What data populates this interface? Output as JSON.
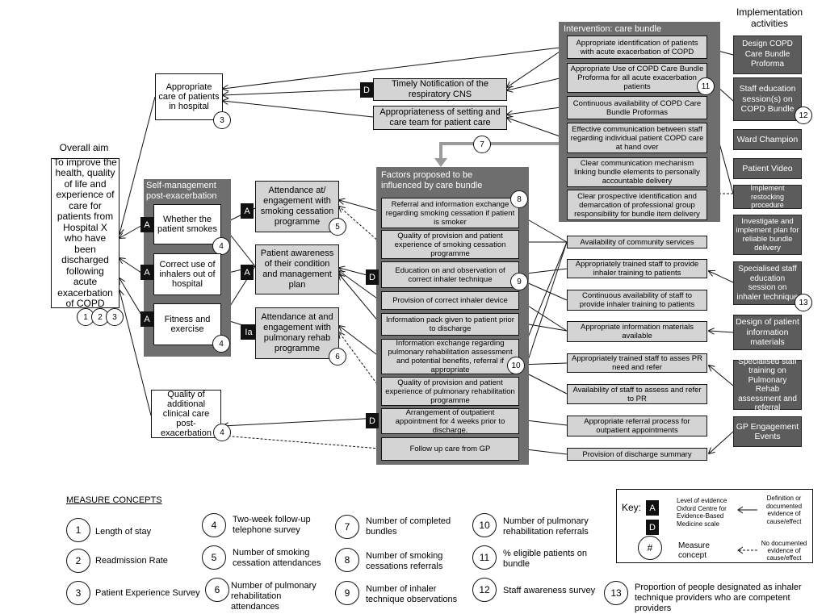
{
  "overall_aim": {
    "title": "Overall aim",
    "text": "To improve the health, quality of life and experience of care for patients from Hospital X who have been discharged following acute exacerbation of COPD",
    "measures": [
      "1",
      "2",
      "3"
    ]
  },
  "self_management": {
    "title": "Self-management post-exacerbation",
    "items": [
      {
        "level": "A",
        "text": "Whether the patient smokes",
        "measure": "4"
      },
      {
        "level": "A",
        "text": "Correct use of inhalers out of hospital",
        "measure": ""
      },
      {
        "level": "A",
        "text": "Fitness and exercise",
        "measure": "4"
      }
    ]
  },
  "appropriate_care": {
    "text": "Appropriate care of patients in hospital",
    "measure": "3"
  },
  "quality_care": {
    "text": "Quality of additional clinical care post-exacerbation",
    "measure": "4"
  },
  "behaviours": [
    {
      "level": "A",
      "text": "Attendance at/ engagement with smoking cessation programme",
      "measure": "5"
    },
    {
      "level": "A",
      "text": "Patient awareness of their condition and management plan",
      "measure": ""
    },
    {
      "level": "Ia",
      "text": "Attendance at and engagement with pulmonary rehab programme",
      "measure": "6"
    }
  ],
  "care_delivery": [
    {
      "level": "D",
      "text": "Timely Notification of the respiratory CNS"
    },
    {
      "level": "",
      "text": "Appropriateness of setting and care team for patient care"
    }
  ],
  "intervention": {
    "title": "Intervention: care bundle",
    "measure": "11",
    "items": [
      "Appropriate identification of patients with acute exacerbation of COPD",
      "Appropriate Use of COPD Care Bundle Proforma for all acute exacerbation patients",
      "Continuous availability of COPD Care Bundle Proformas",
      "Effective communication between staff regarding individual patient COPD care at hand over",
      "Clear communication mechanism linking bundle elements to personally accountable delivery",
      "Clear prospective identification and demarcation of professional group responsibility for bundle item delivery"
    ]
  },
  "arrow_measure": "7",
  "factors": {
    "title": "Factors proposed to be influenced by care bundle",
    "items": [
      {
        "level": "",
        "measure": "8",
        "text": "Referral and information exchange regarding smoking cessation if patient is smoker"
      },
      {
        "level": "",
        "measure": "",
        "text": "Quality of provision and patient experience of smoking cessation programme"
      },
      {
        "level": "D",
        "measure": "9",
        "text": "Education on and observation of correct inhaler technique"
      },
      {
        "level": "",
        "measure": "",
        "text": "Provision of correct inhaler device"
      },
      {
        "level": "",
        "measure": "",
        "text": "Information pack given to patient prior to discharge"
      },
      {
        "level": "",
        "measure": "10",
        "text": "Information exchange regarding pulmonary rehabilitation assessment and potential benefits, referral if appropriate"
      },
      {
        "level": "",
        "measure": "",
        "text": "Quality of provision and patient experience of pulmonary rehabilitation programme"
      },
      {
        "level": "D",
        "measure": "",
        "text": "Arrangement of outpatient appointment for 4 weeks prior to discharge."
      },
      {
        "level": "",
        "measure": "",
        "text": "Follow up care from GP"
      }
    ]
  },
  "enablers": [
    "Availability of community services",
    "Appropriately trained staff to provide inhaler training to patients",
    "Continuous availability of staff to provide inhaler training to patients",
    "Appropriate information materials available",
    "Appropriately trained staff to asses PR need and refer",
    "Availability of staff to assess and refer to PR",
    "Appropriate referral process for outpatient appointments",
    "Provision of discharge summary"
  ],
  "implementation": {
    "title": "Implementation activities",
    "items": [
      {
        "text": "Design COPD Care Bundle Proforma",
        "measure": ""
      },
      {
        "text": "Staff education session(s) on COPD Bundle",
        "measure": "12"
      },
      {
        "text": "Ward Champion",
        "measure": ""
      },
      {
        "text": "Patient Video",
        "measure": ""
      },
      {
        "text": "Implement restocking procedure",
        "measure": ""
      },
      {
        "text": "Investigate and implement plan for reliable bundle delivery",
        "measure": ""
      },
      {
        "text": "Specialised staff education session on inhaler technique",
        "measure": "13"
      },
      {
        "text": "Design of patient information materials",
        "measure": ""
      },
      {
        "text": "Specialised staff training on Pulmonary Rehab assessment and referral",
        "measure": ""
      },
      {
        "text": "GP Engagement Events",
        "measure": ""
      }
    ]
  },
  "measure_concepts": {
    "title": "MEASURE CONCEPTS",
    "items": [
      {
        "num": "1",
        "text": "Length of stay"
      },
      {
        "num": "2",
        "text": "Readmission Rate"
      },
      {
        "num": "3",
        "text": "Patient Experience Survey"
      },
      {
        "num": "4",
        "text": "Two-week follow-up telephone survey"
      },
      {
        "num": "5",
        "text": "Number of smoking cessation attendances"
      },
      {
        "num": "6",
        "text": "Number of pulmonary rehabilitation attendances"
      },
      {
        "num": "7",
        "text": "Number of completed bundles"
      },
      {
        "num": "8",
        "text": "Number of smoking cessations referrals"
      },
      {
        "num": "9",
        "text": "Number of inhaler technique observations"
      },
      {
        "num": "10",
        "text": "Number of pulmonary rehabilitation referrals"
      },
      {
        "num": "11",
        "text": "% eligible patients on bundle"
      },
      {
        "num": "12",
        "text": "Staff awareness survey"
      },
      {
        "num": "13",
        "text": "Proportion of people designated as inhaler technique providers who are competent providers"
      }
    ]
  },
  "key": {
    "label": "Key:",
    "a_symbol": "A",
    "d_symbol": "D",
    "evidence_text": "Level of evidence Oxford Centre for Evidence-Based Medicine scale",
    "measure_symbol": "#",
    "measure_text": "Measure concept",
    "solid_text": "Definition or documented evidence of cause/effect",
    "dashed_text": "No documented evidence of cause/effect"
  },
  "colors": {
    "panel": "#6e6e6e",
    "box": "#d4d4d4",
    "dark_box": "#5c5c5c"
  }
}
